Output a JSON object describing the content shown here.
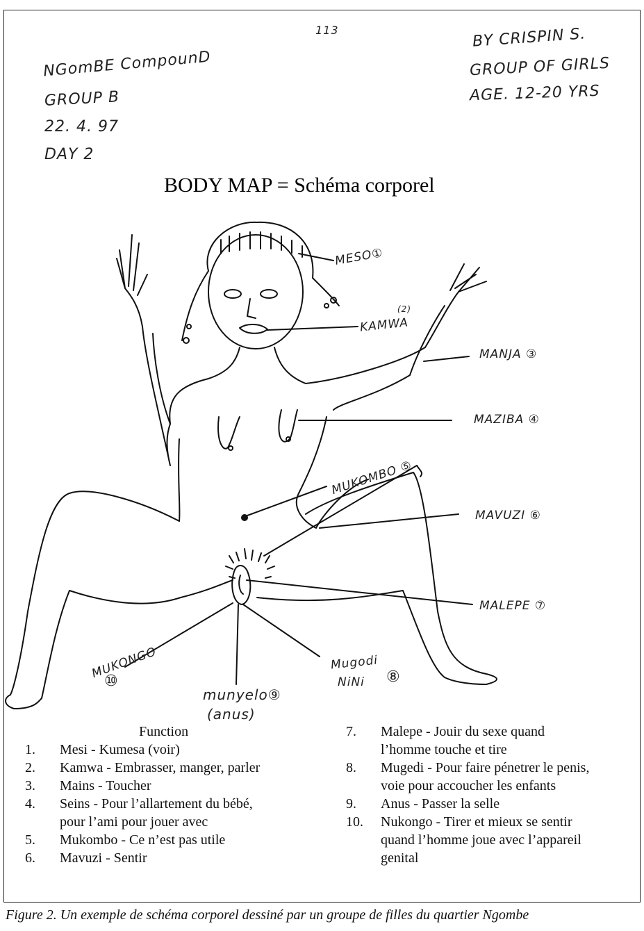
{
  "header": {
    "left_lines": [
      "NGomBE CompounD",
      "GROUP B",
      "22. 4. 97",
      "DAY 2"
    ],
    "page_mark": "113",
    "right_lines": [
      "BY CRISPIN S.",
      "GROUP OF GIRLS",
      "AGE. 12-20 YRS"
    ]
  },
  "title": "BODY MAP = Schéma corporel",
  "drawing_labels": {
    "meso": "MESO①",
    "kamwa": "KAMWA",
    "kamwa_num": "(2)",
    "manja": "MANJA ③",
    "maziba": "MAZIBA ④",
    "mukombo": "MUKOMBO ⑤",
    "mavuzi": "MAVUZI ⑥",
    "malepe": "MALEPE ⑦",
    "mugodi": "Mugodi",
    "nini": "NiNi",
    "mugodi_num": "⑧",
    "mukongo": "MUKONGO",
    "mukongo_num": "⑩",
    "munyelo": "munyelo⑨",
    "anus": "(anus)"
  },
  "legend": {
    "title": "Function",
    "left": [
      {
        "num": "1.",
        "lines": [
          "Mesi - Kumesa (voir)"
        ]
      },
      {
        "num": "2.",
        "lines": [
          "Kamwa - Embrasser, manger, parler"
        ]
      },
      {
        "num": "3.",
        "lines": [
          "Mains - Toucher"
        ]
      },
      {
        "num": "4.",
        "lines": [
          "Seins - Pour l’allartement du bébé,",
          "pour l’ami pour jouer avec"
        ]
      },
      {
        "num": "5.",
        "lines": [
          "Mukombo - Ce n’est pas utile"
        ]
      },
      {
        "num": "6.",
        "lines": [
          "Mavuzi - Sentir"
        ]
      }
    ],
    "right": [
      {
        "num": "7.",
        "lines": [
          "Malepe - Jouir du sexe quand",
          "l’homme touche et tire"
        ]
      },
      {
        "num": "8.",
        "lines": [
          "Mugedi - Pour faire pénetrer le penis,",
          "voie pour accoucher les enfants"
        ]
      },
      {
        "num": "9.",
        "lines": [
          "Anus - Passer la selle"
        ]
      },
      {
        "num": "10.",
        "lines": [
          "Nukongo - Tirer et mieux se sentir",
          "quand l’homme joue avec l’appareil",
          "genital"
        ]
      }
    ]
  },
  "caption": "Figure 2. Un exemple de schéma corporel dessiné par un groupe de filles du quartier Ngombe"
}
